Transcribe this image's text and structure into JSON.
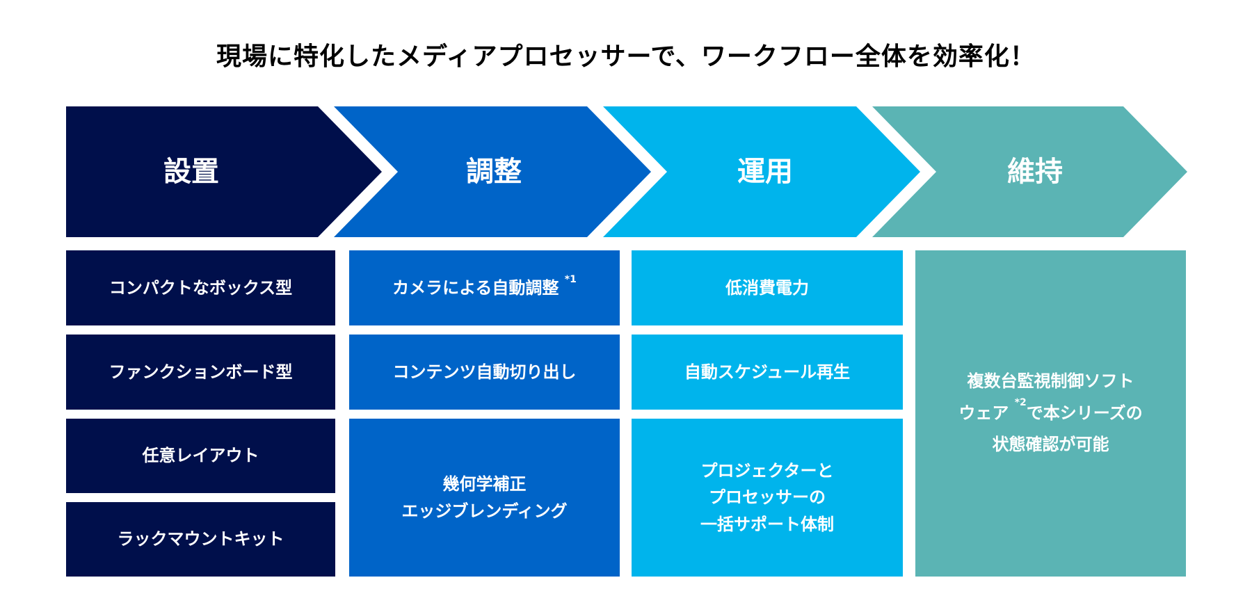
{
  "title": "現場に特化したメディアプロセッサーで、ワークフロー全体を効率化！",
  "colors": {
    "install": "#000f4b",
    "adjust": "#0064c8",
    "operate": "#00b4ec",
    "maintain": "#5bb4b4"
  },
  "stages": [
    {
      "label": "設置",
      "items": [
        "コンパクトなボックス型",
        "ファンクションボード型",
        "任意レイアウト",
        "ラックマウントキット"
      ]
    },
    {
      "label": "調整",
      "items": [
        "カメラによる自動調整",
        "コンテンツ自動切り出し",
        "幾何学補正\nエッジブレンディング"
      ],
      "note": "*1"
    },
    {
      "label": "運用",
      "items": [
        "低消費電力",
        "自動スケジュール再生",
        "プロジェクターと\nプロセッサーの\n一括サポート体制"
      ]
    },
    {
      "label": "維持",
      "items": [
        "複数台監視制御ソフト\nウェア",
        "で本シリーズの\n状態確認が可能"
      ],
      "note": "*2"
    }
  ]
}
